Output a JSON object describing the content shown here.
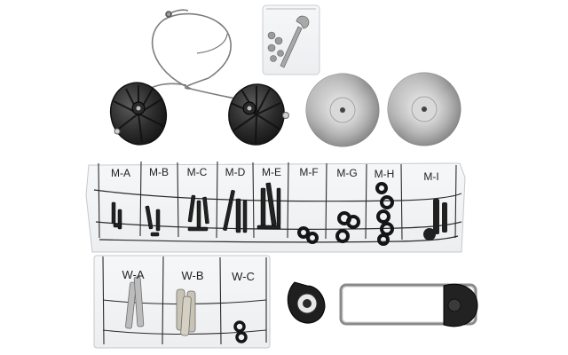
{
  "photo": {
    "background_color": "#ffffff",
    "m_bag": {
      "labels": [
        "M-A",
        "M-B",
        "M-C",
        "M-D",
        "M-E",
        "M-F",
        "M-G",
        "M-H",
        "M-I"
      ]
    },
    "w_bag": {
      "labels": [
        "W-A",
        "W-B",
        "W-C"
      ]
    },
    "parts": [
      "wire-cable",
      "small-hardware-bag-with-wrench",
      "black-cable-pulley",
      "brushed-steel-cap",
      "black-mounting-bracket",
      "metal-handle-with-black-clip"
    ]
  }
}
